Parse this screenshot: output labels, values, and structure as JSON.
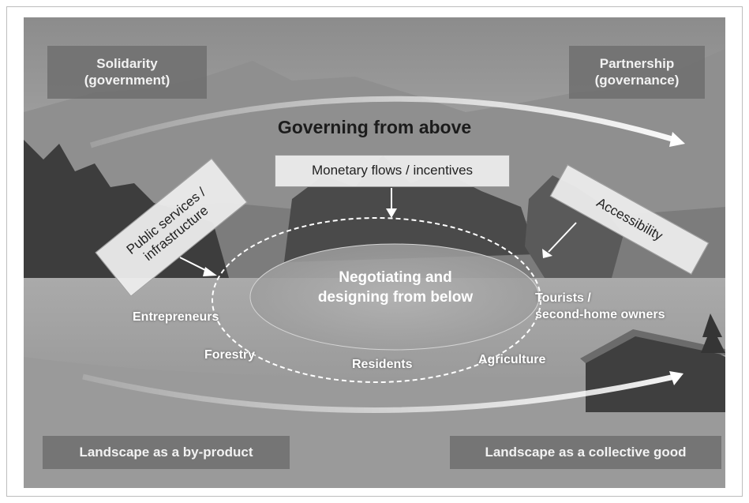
{
  "top_left_box": [
    "Solidarity",
    "(government)"
  ],
  "top_right_box": [
    "Partnership",
    "(governance)"
  ],
  "title": "Governing from above",
  "monetary": "Monetary flows / incentives",
  "public_services": [
    "Public services /",
    "infrastructure"
  ],
  "accessibility": "Accessibility",
  "center": [
    "Negotiating and",
    "designing from below"
  ],
  "actors": {
    "entrepreneurs": "Entrepreneurs",
    "forestry": "Forestry",
    "residents": "Residents",
    "agriculture": "Agriculture",
    "tourists": [
      "Tourists /",
      "second-home owners"
    ]
  },
  "bottom_left_box": "Landscape as a by-product",
  "bottom_right_box": "Landscape as a collective good"
}
